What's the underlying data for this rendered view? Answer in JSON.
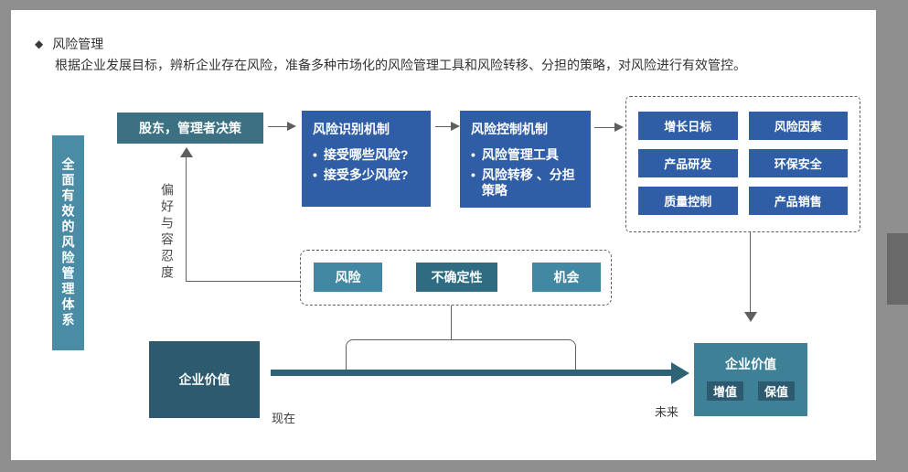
{
  "header": {
    "bullet_icon": "◆",
    "title": "风险管理",
    "description": "根据企业发展目标，辨析企业存在风险，准备多种市场化的风险管理工具和风险转移、分担的策略，对风险进行有效管控。"
  },
  "diagram": {
    "system_label": "全面有效的风险管理体系",
    "decision_box": "股东，管理者决策",
    "preference_label": "偏好与容忍度",
    "identify_box": {
      "title": "风险识别机制",
      "bullets": [
        "接受哪些风险?",
        "接受多少风险?"
      ]
    },
    "control_box": {
      "title": "风险控制机制",
      "bullets": [
        "风险管理工具",
        "风险转移 、分担策略"
      ]
    },
    "target_boxes": [
      "增长日标",
      "风险因素",
      "产品研发",
      "环保安全",
      "质量控制",
      "产品销售"
    ],
    "factor_boxes": [
      "风险",
      "不确定性",
      "机会"
    ],
    "value_now": "企业价值",
    "now_label": "现在",
    "value_future": {
      "title": "企业价值",
      "badges": [
        "增值",
        "保值"
      ]
    },
    "future_label": "未来"
  },
  "colors": {
    "blue": "#2f5ea7",
    "teal_dark": "#3c7184",
    "teal_bar": "#4a8ba5",
    "teal_factor": "#4288a3",
    "teal_uncertainty": "#2d6c81",
    "value_dark": "#2d5a6e",
    "value_future": "#3e8096",
    "arrow_teal": "#2e6375",
    "frame_gray": "#8f8f8f"
  }
}
